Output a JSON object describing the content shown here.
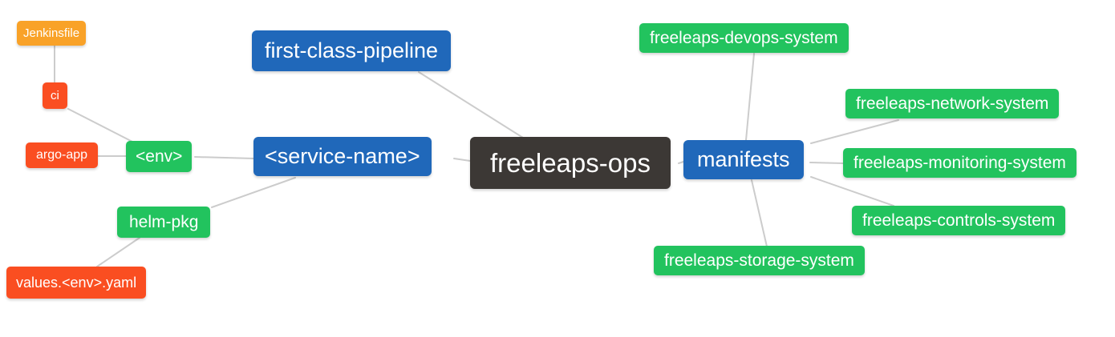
{
  "diagram": {
    "title": "freeleaps-ops mind map",
    "nodes": {
      "root": {
        "label": "freeleaps-ops",
        "color": "#3c3835"
      },
      "pipeline": {
        "label": "first-class-pipeline",
        "color": "#2068ba"
      },
      "service": {
        "label": "<service-name>",
        "color": "#2068ba"
      },
      "manifests": {
        "label": "manifests",
        "color": "#2068ba"
      },
      "env": {
        "label": "<env>",
        "color": "#22c35e"
      },
      "helmpkg": {
        "label": "helm-pkg",
        "color": "#22c35e"
      },
      "jenkinsfile": {
        "label": "Jenkinsfile",
        "color": "#f9a228"
      },
      "ci": {
        "label": "ci",
        "color": "#fa4e21"
      },
      "argoapp": {
        "label": "argo-app",
        "color": "#fa4e21"
      },
      "values": {
        "label": "values.<env>.yaml",
        "color": "#fa4e21"
      },
      "devops": {
        "label": "freeleaps-devops-system",
        "color": "#22c35e"
      },
      "network": {
        "label": "freeleaps-network-system",
        "color": "#22c35e"
      },
      "monitoring": {
        "label": "freeleaps-monitoring-system",
        "color": "#22c35e"
      },
      "controls": {
        "label": "freeleaps-controls-system",
        "color": "#22c35e"
      },
      "storage": {
        "label": "freeleaps-storage-system",
        "color": "#22c35e"
      }
    },
    "edges": [
      {
        "from": "jenkinsfile",
        "to": "ci"
      },
      {
        "from": "ci",
        "to": "env"
      },
      {
        "from": "argoapp",
        "to": "env"
      },
      {
        "from": "env",
        "to": "service"
      },
      {
        "from": "helmpkg",
        "to": "service"
      },
      {
        "from": "values",
        "to": "helmpkg"
      },
      {
        "from": "pipeline",
        "to": "root"
      },
      {
        "from": "service",
        "to": "root"
      },
      {
        "from": "root",
        "to": "manifests"
      },
      {
        "from": "manifests",
        "to": "devops"
      },
      {
        "from": "manifests",
        "to": "network"
      },
      {
        "from": "manifests",
        "to": "monitoring"
      },
      {
        "from": "manifests",
        "to": "controls"
      },
      {
        "from": "manifests",
        "to": "storage"
      }
    ],
    "colors": {
      "background": "#ffffff",
      "edge": "#cccccc",
      "text": "#ffffff",
      "node_blue": "#2068ba",
      "node_green": "#22c35e",
      "node_orange": "#f9a228",
      "node_red": "#fa4e21",
      "node_dark": "#3c3835"
    }
  }
}
